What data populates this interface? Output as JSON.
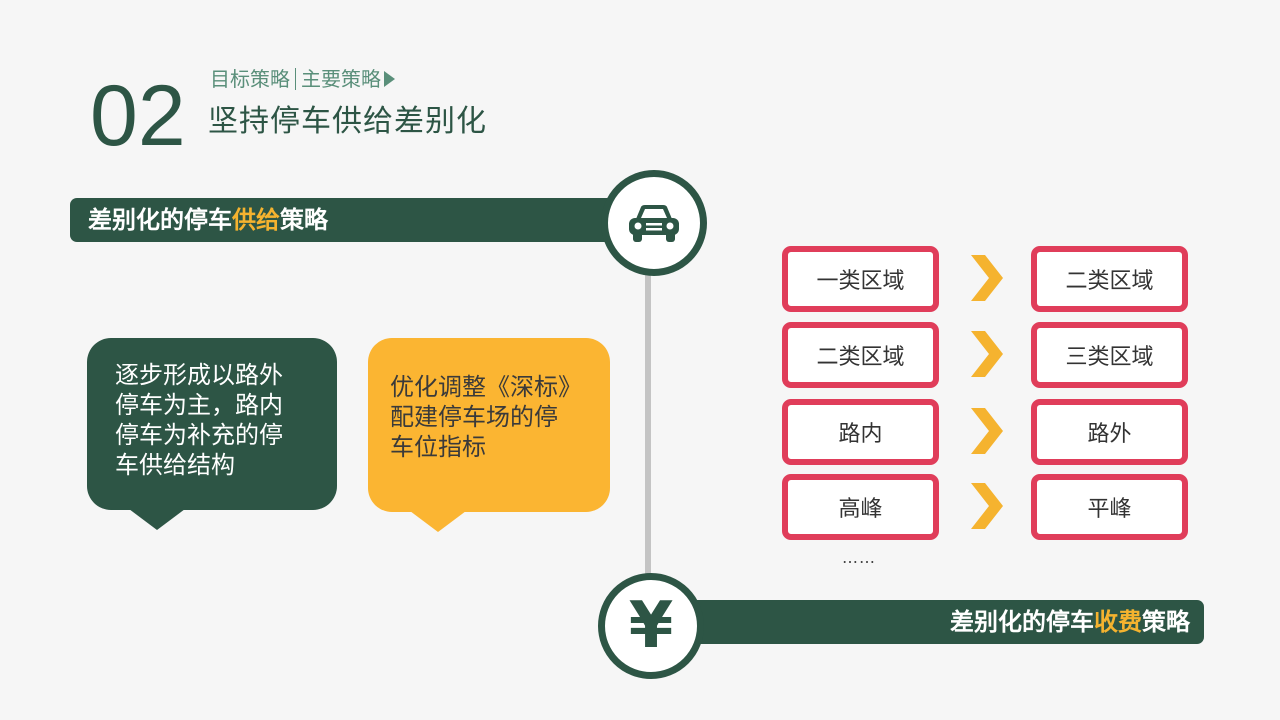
{
  "header": {
    "number": "02",
    "breadcrumb": {
      "item1": "目标策略",
      "item2": "主要策略"
    },
    "title": "坚持停车供给差别化"
  },
  "supply_band": {
    "prefix": "差别化的停车",
    "highlight": "供给",
    "suffix": "策略",
    "icon": "car-icon"
  },
  "fee_band": {
    "prefix": "差别化的停车",
    "highlight": "收费",
    "suffix": "策略",
    "icon": "yen-icon",
    "icon_glyph": "¥"
  },
  "bubbles": {
    "green": {
      "lines": [
        "逐步形成以路外",
        "停车为主，路内",
        "停车为补充的停",
        "车供给结构"
      ]
    },
    "yellow": {
      "lines": [
        "优化调整《深标》",
        "配建停车场的停",
        "车位指标"
      ]
    }
  },
  "transitions": [
    {
      "from": "一类区域",
      "to": "二类区域"
    },
    {
      "from": "二类区域",
      "to": "三类区域"
    },
    {
      "from": "路内",
      "to": "路外"
    },
    {
      "from": "高峰",
      "to": "平峰"
    }
  ],
  "more": "……",
  "colors": {
    "dark_green": "#2d5545",
    "yellow": "#fbb532",
    "highlight": "#f5b32f",
    "red_border": "#e03d5a",
    "chevron": "#f5b32f"
  }
}
